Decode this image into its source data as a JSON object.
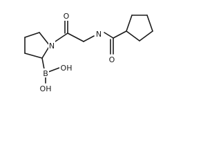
{
  "molecule": {
    "atoms": {
      "n_ring": "N",
      "o_ketone": "O",
      "n_amide": "N",
      "o_amide": "O",
      "boron": "B",
      "oh_1": "OH",
      "oh_2": "OH"
    }
  },
  "colors": {
    "bond": "#1a1a1a",
    "label": "#1a1a1a",
    "background": "#ffffff"
  }
}
